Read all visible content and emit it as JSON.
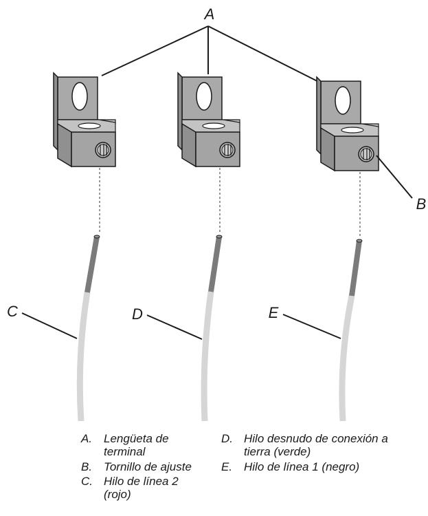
{
  "callouts": {
    "a": "A",
    "b": "B",
    "c": "C",
    "d": "D",
    "e": "E"
  },
  "legend": [
    {
      "key": "A.",
      "text": [
        "Lengüeta de",
        "terminal"
      ]
    },
    {
      "key": "B.",
      "text": [
        "Tornillo de ajuste"
      ]
    },
    {
      "key": "C.",
      "text": [
        "Hilo de línea 2",
        "(rojo)"
      ]
    },
    {
      "key": "D.",
      "text": [
        "Hilo desnudo de conexión a",
        "tierra (verde)"
      ]
    },
    {
      "key": "E.",
      "text": [
        "Hilo de línea 1 (negro)"
      ]
    }
  ],
  "colors": {
    "lug_face": "#a7a7a7",
    "lug_side": "#8b8b8b",
    "lug_top": "#c4c4c4",
    "wire": "#d6d6d6",
    "conductor": "#7a7a7a",
    "line": "#1a1a1a"
  }
}
